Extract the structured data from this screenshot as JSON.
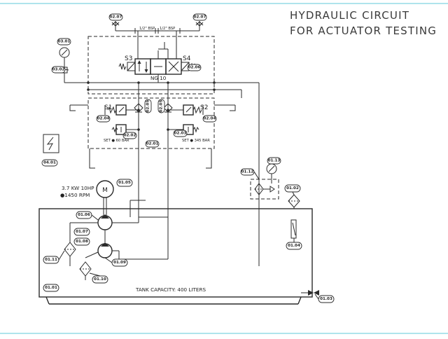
{
  "title": {
    "line1": "HYDRAULIC CIRCUIT",
    "line2": "FOR ACTUATOR TESTING"
  },
  "labels": {
    "valve_s3": "S3",
    "valve_s4": "S4",
    "valve_s1": "S1",
    "valve_s2": "S2",
    "valve_size": "NG 10",
    "port_left": "1/2\" BSP",
    "port_right": "1/2\" BSP",
    "relief_left": "SET ● 60 BAR",
    "relief_right": "SET ● 345 BAR",
    "motor_power": "3.7 KW 10HP",
    "motor_speed": "●1450 RPM",
    "motor_symbol": "M",
    "tank_capacity": "TANK CAPACITY: 400 LITERS"
  },
  "refs": {
    "r0207a": "02.07",
    "r0207b": "02.07",
    "r0301": "03.01",
    "r0302": "03.02",
    "r0206": "02.06",
    "r0205a": "02.05",
    "r0205b": "02.05",
    "r0204a": "02.04",
    "r0204b": "02.04",
    "r0202": "02.02",
    "r0203": "02.03",
    "r0201": "02.01",
    "r0401": "04.01",
    "r0112": "01.12",
    "r0113": "01.13",
    "r0102": "01.02",
    "r0105": "01.05",
    "r0106": "01.06",
    "r0107": "01.07",
    "r0108": "01.08",
    "r0111": "01.11",
    "r0109": "01.09",
    "r0110": "01.10",
    "r0101": "01.01",
    "r0104": "01.04",
    "r0103": "01.03"
  },
  "colors": {
    "frame": "#7fd3e0",
    "ink": "#2a2a2a",
    "background": "#ffffff"
  }
}
